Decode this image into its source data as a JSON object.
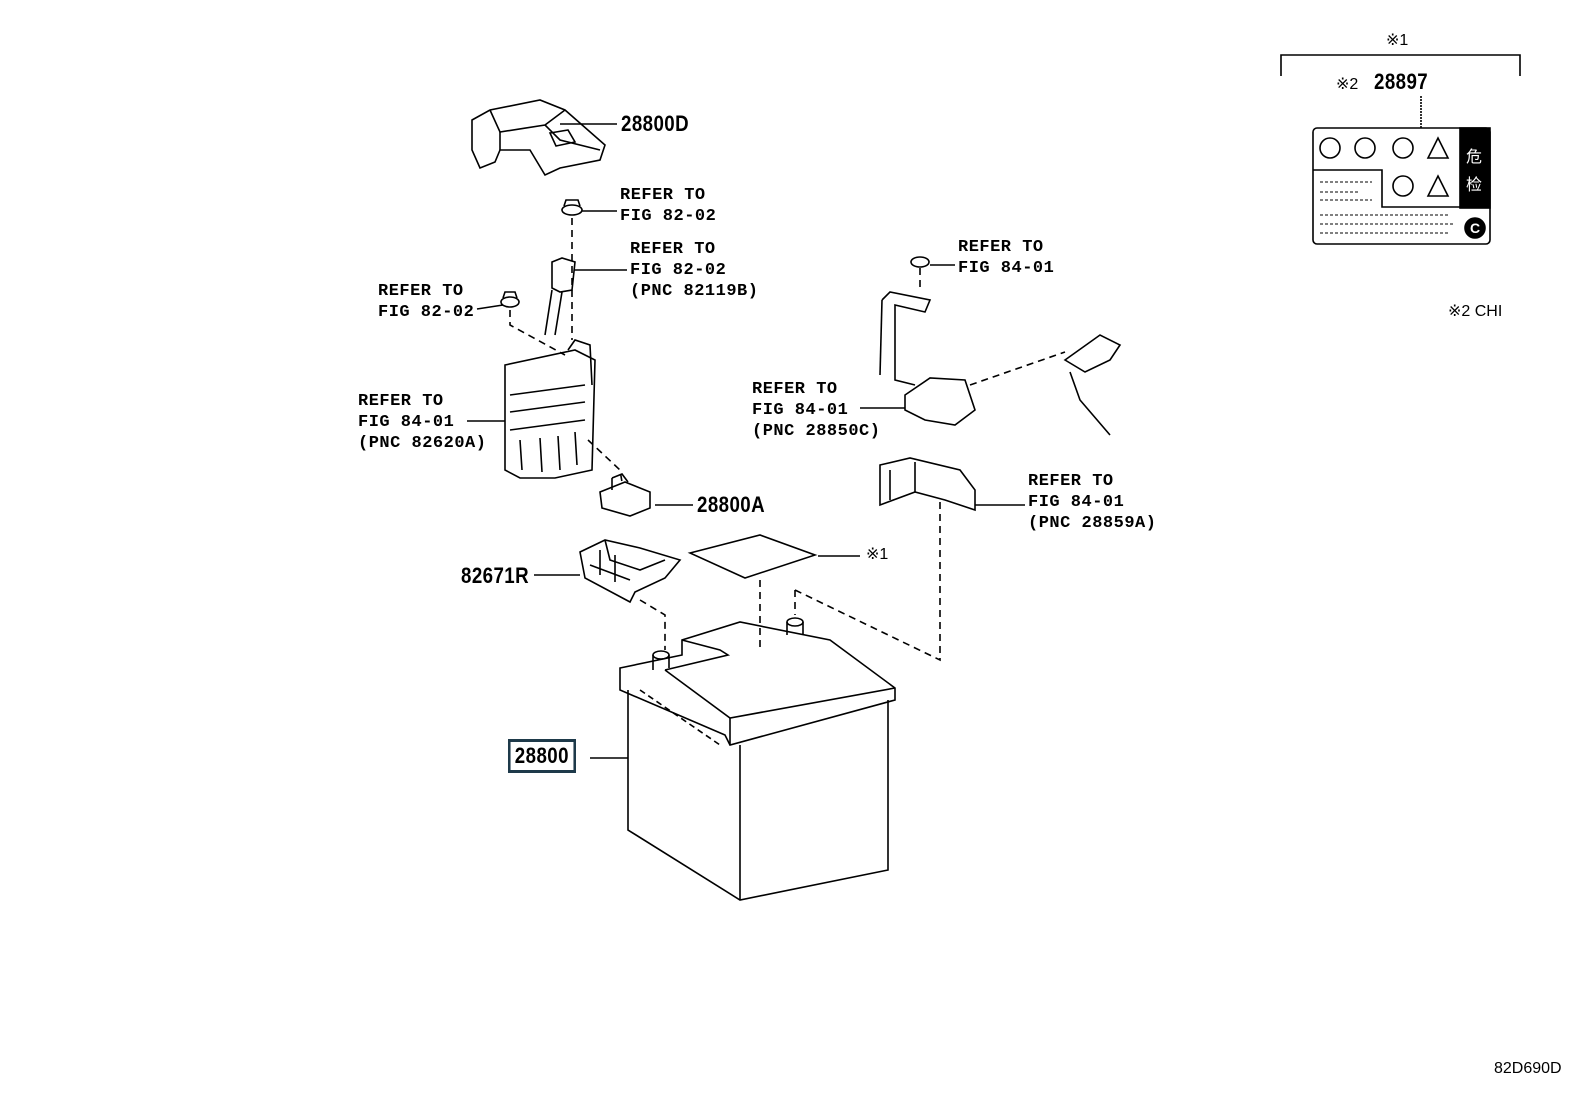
{
  "parts": {
    "cover": "28800D",
    "clamp": "28800A",
    "terminal_cover": "82671R",
    "battery": "28800",
    "caution_label": "28897"
  },
  "refs": {
    "nut_top": [
      "REFER TO",
      "FIG 82-02"
    ],
    "connector_82119B": [
      "REFER TO",
      "FIG 82-02",
      "(PNC 82119B)"
    ],
    "nut_left": [
      "REFER TO",
      "FIG 82-02"
    ],
    "fuse_82620A": [
      "REFER TO",
      "FIG 84-01",
      "(PNC 82620A)"
    ],
    "nut_right": [
      "REFER TO",
      "FIG 84-01"
    ],
    "cable_28850C": [
      "REFER TO",
      "FIG 84-01",
      "(PNC 28850C)"
    ],
    "bracket_28859A": [
      "REFER TO",
      "FIG 84-01",
      "(PNC 28859A)"
    ]
  },
  "notes": {
    "note1_marker": "※1",
    "note1_group": "※1",
    "note2_marker": "※2",
    "note2_legend": "※2 CHI"
  },
  "label_glyphs": {
    "danger": "危",
    "check": "检",
    "c_mark": "C"
  },
  "figure_code": "82D690D"
}
